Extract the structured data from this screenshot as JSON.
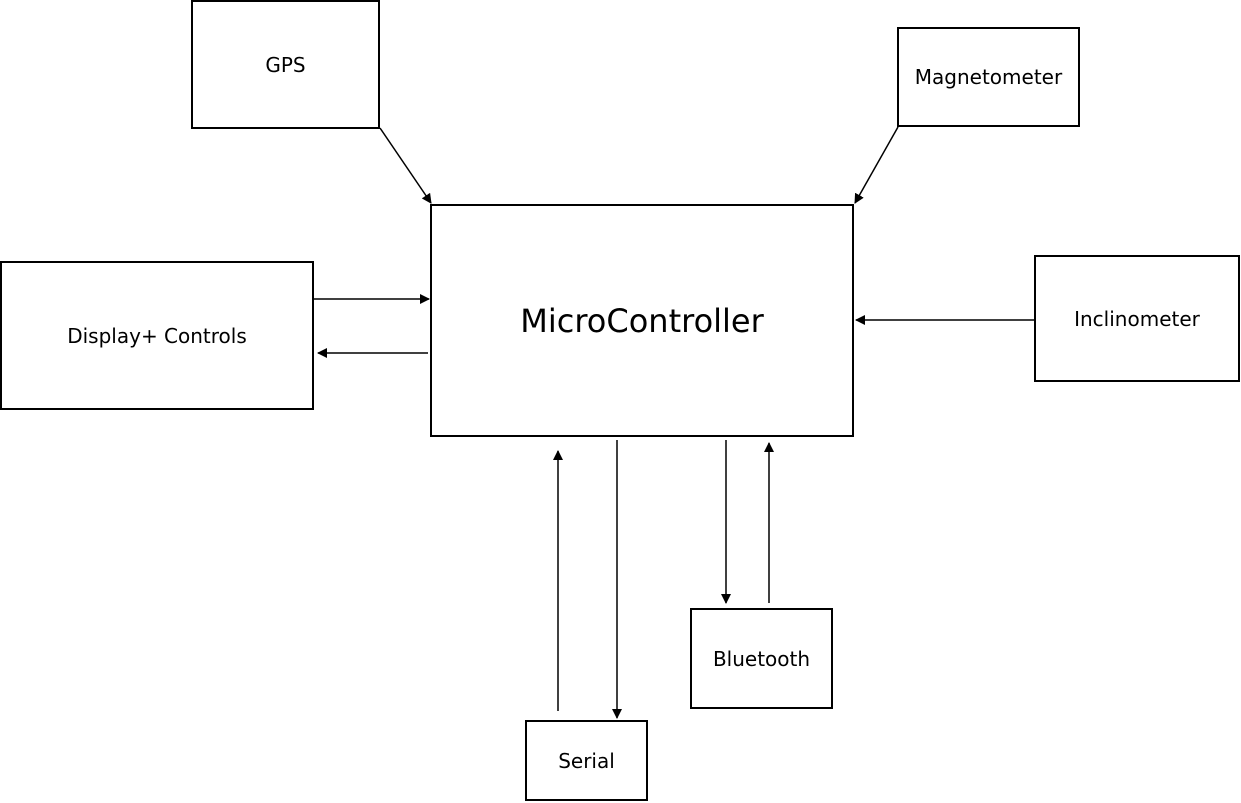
{
  "diagram": {
    "nodes": {
      "gps": "GPS",
      "magnetometer": "Magnetometer",
      "microcontroller": "MicroController",
      "display": "Display+ Controls",
      "inclinometer": "Inclinometer",
      "bluetooth": "Bluetooth",
      "serial": "Serial"
    },
    "edges": [
      {
        "from": "GPS",
        "to": "MicroController"
      },
      {
        "from": "Magnetometer",
        "to": "MicroController"
      },
      {
        "from": "Display+ Controls",
        "to": "MicroController"
      },
      {
        "from": "MicroController",
        "to": "Display+ Controls"
      },
      {
        "from": "Inclinometer",
        "to": "MicroController"
      },
      {
        "from": "Serial",
        "to": "MicroController"
      },
      {
        "from": "MicroController",
        "to": "Serial"
      },
      {
        "from": "MicroController",
        "to": "Bluetooth"
      },
      {
        "from": "Bluetooth",
        "to": "MicroController"
      }
    ],
    "colors": {
      "stroke": "#000000",
      "background": "#ffffff"
    }
  }
}
